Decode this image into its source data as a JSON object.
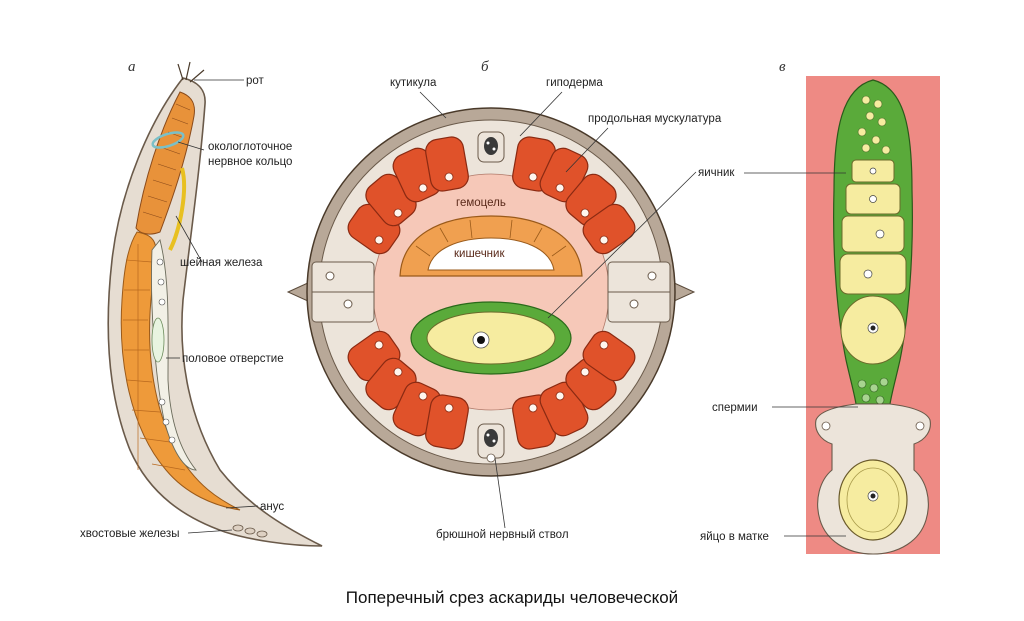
{
  "caption": "Поперечный срез аскариды человеческой",
  "panels": {
    "a": {
      "letter": "а",
      "labels": {
        "mouth": "рот",
        "nerve_ring_1": "окологлоточное",
        "nerve_ring_2": "нервное кольцо",
        "cervical_gland": "шейная железа",
        "genital_opening": "половое отверстие",
        "anus": "анус",
        "tail_glands": "хвостовые железы"
      }
    },
    "b": {
      "letter": "б",
      "labels": {
        "cuticle": "кутикула",
        "hypodermis": "гиподерма",
        "longitudinal_muscles": "продольная мускулатура",
        "ovary": "яичник",
        "hemocoel": "гемоцель",
        "intestine": "кишечник",
        "ventral_nerve_cord": "брюшной нервный ствол"
      }
    },
    "c": {
      "letter": "в",
      "labels": {
        "sperm": "спермии",
        "egg_in_uterus": "яйцо в матке"
      }
    }
  },
  "colors": {
    "muscle": "#e0522a",
    "muscle_dark": "#8a2a12",
    "cuticle": "#b8a898",
    "hemocoel": "#f6c8b8",
    "intestine": "#f0a050",
    "ovary_green": "#5aaa3a",
    "egg_yellow": "#f6eca0",
    "uterus_bg": "#ee8a84",
    "worm_orange": "#e8922a"
  }
}
